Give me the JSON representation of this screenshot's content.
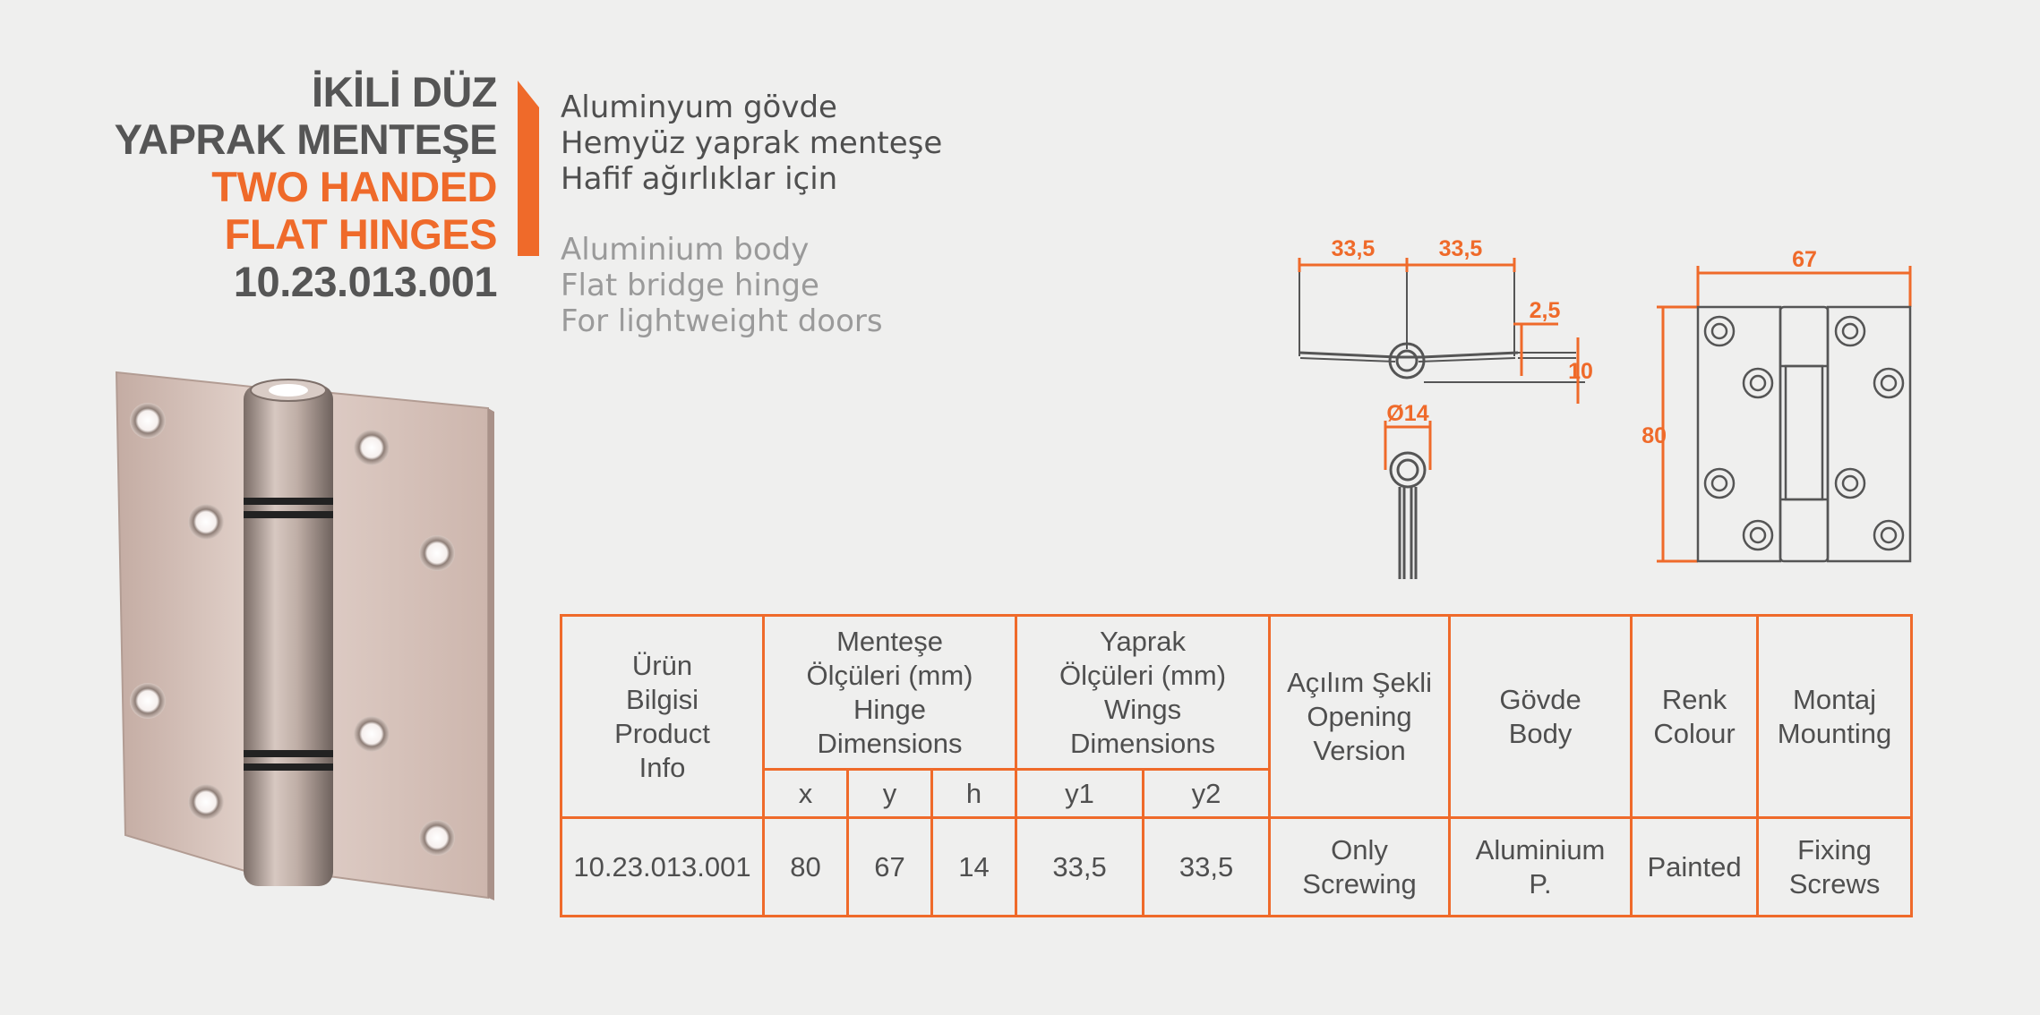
{
  "title": {
    "tr_line1": "İKİLİ DÜZ",
    "tr_line2": "YAPRAK MENTEŞE",
    "en_line1": "TWO HANDED",
    "en_line2": "FLAT HINGES",
    "code": "10.23.013.001"
  },
  "features_tr": [
    "Aluminyum gövde",
    "Hemyüz yaprak menteşe",
    "Hafif ağırlıklar için"
  ],
  "features_en": [
    "Aluminium body",
    "Flat bridge hinge",
    "For lightweight doors"
  ],
  "drawing": {
    "top_view": {
      "dim_left": "33,5",
      "dim_right": "33,5",
      "dim_thickness": "2,5",
      "dim_height": "10"
    },
    "side_view": {
      "dim_diameter": "Ø14"
    },
    "front_view": {
      "dim_width": "67",
      "dim_height": "80"
    }
  },
  "table": {
    "headers": {
      "product": "Ürün\nBilgisi\nProduct\nInfo",
      "hinge": "Menteşe\nÖlçüleri (mm)\nHinge\nDimensions",
      "wings": "Yaprak\nÖlçüleri (mm)\nWings\nDimensions",
      "opening": "Açılım Şekli\nOpening\nVersion",
      "body": "Gövde\nBody",
      "colour": "Renk\nColour",
      "mounting": "Montaj\nMounting"
    },
    "subheaders": {
      "x": "x",
      "y": "y",
      "h": "h",
      "y1": "y1",
      "y2": "y2"
    },
    "row": {
      "code": "10.23.013.001",
      "x": "80",
      "y": "67",
      "h": "14",
      "y1": "33,5",
      "y2": "33,5",
      "opening": "Only\nScrewing",
      "body": "Aluminium\nP.",
      "colour": "Painted",
      "mounting": "Fixing\nScrews"
    }
  },
  "colors": {
    "accent": "#ef6a2a",
    "text_dark": "#555555",
    "text_light": "#9a9a9a",
    "background": "#efefee"
  }
}
